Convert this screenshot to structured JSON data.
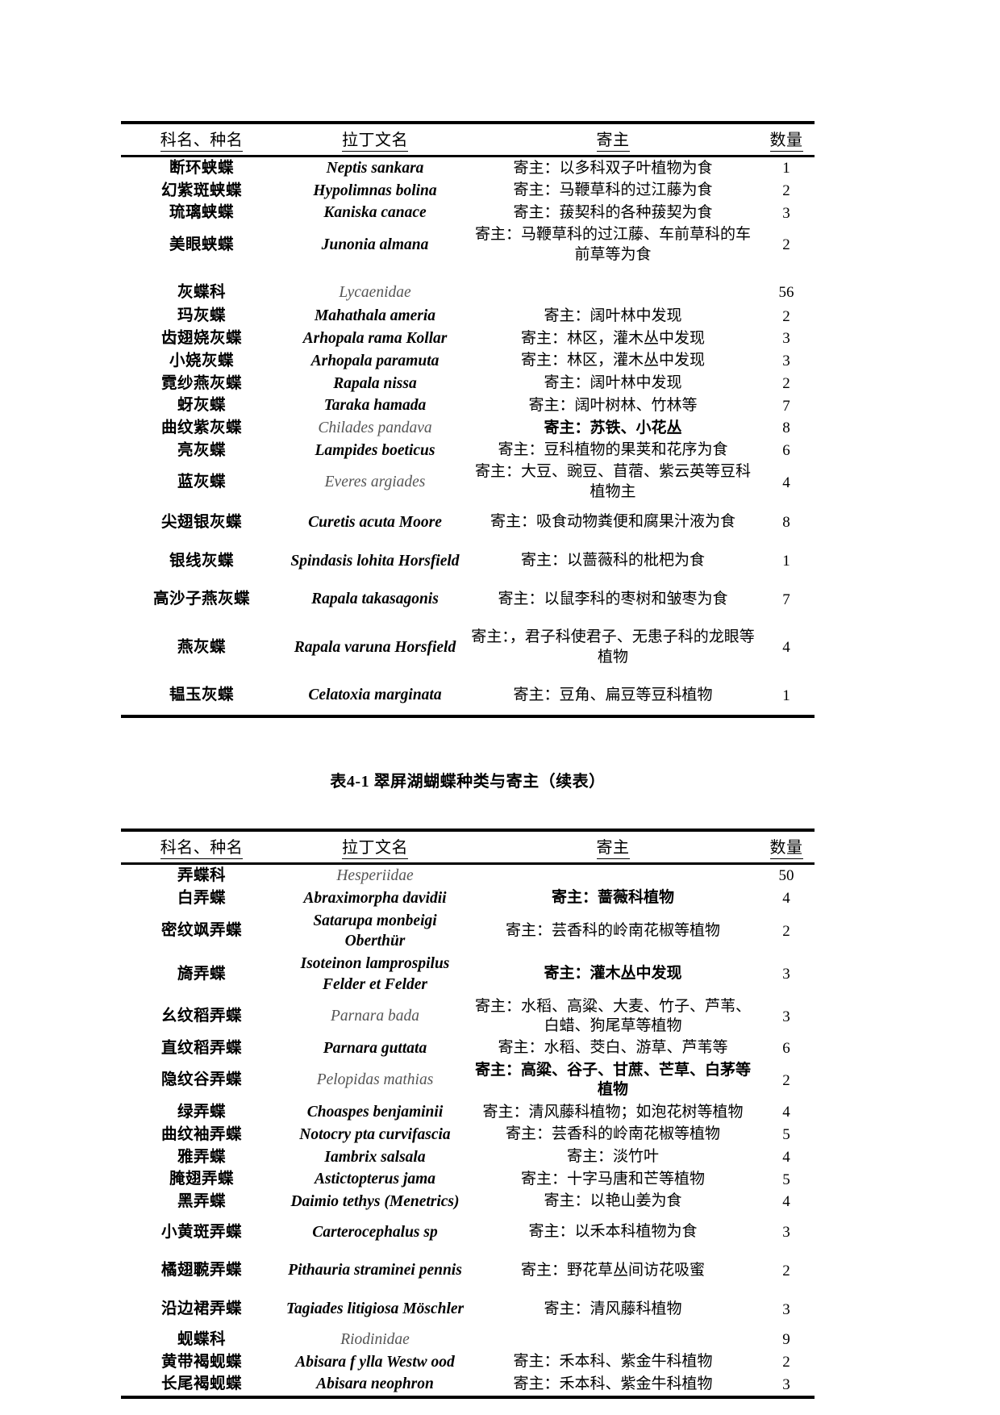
{
  "document": {
    "caption": "表4-1  翠屏湖蝴蝶种类与寄主（续表）"
  },
  "columns": {
    "name": "科名、种名",
    "latin": "拉丁文名",
    "host": "寄主",
    "qty": "数量"
  },
  "table1": {
    "rows": [
      {
        "name": "断环蛱蝶",
        "latin": "Neptis sankara",
        "latin_style": "bold",
        "host": "寄主：以多科双子叶植物为食",
        "host_style": "normal",
        "qty": "1",
        "spacing": "normal"
      },
      {
        "name": "幻紫斑蛱蝶",
        "latin": "Hypolimnas bolina",
        "latin_style": "bold",
        "host": "寄主：马鞭草科的过江藤为食",
        "host_style": "normal",
        "qty": "2",
        "spacing": "normal"
      },
      {
        "name": "琉璃蛱蝶",
        "latin": "Kaniska canace",
        "latin_style": "bold",
        "host": "寄主：菝契科的各种菝契为食",
        "host_style": "normal",
        "qty": "3",
        "spacing": "normal"
      },
      {
        "name": "美眼蛱蝶",
        "latin": "Junonia almana",
        "latin_style": "bold",
        "host": "寄主：马鞭草科的过江藤、车前草科的车前草等为食",
        "host_style": "normal",
        "qty": "2",
        "spacing": "normal"
      },
      {
        "name": "灰蝶科",
        "latin": "Lycaenidae",
        "latin_style": "light",
        "host": "",
        "host_style": "normal",
        "qty": "56",
        "spacing": "gap"
      },
      {
        "name": "玛灰蝶",
        "latin": "Mahathala ameria",
        "latin_style": "bold",
        "host": "寄主：阔叶林中发现",
        "host_style": "normal",
        "qty": "2",
        "spacing": "normal"
      },
      {
        "name": "齿翅娆灰蝶",
        "latin": "Arhopala rama Kollar",
        "latin_style": "bold",
        "host": "寄主：林区，灌木丛中发现",
        "host_style": "normal",
        "qty": "3",
        "spacing": "normal"
      },
      {
        "name": "小娆灰蝶",
        "latin": "Arhopala paramuta",
        "latin_style": "bold",
        "host": "寄主：林区，灌木丛中发现",
        "host_style": "normal",
        "qty": "3",
        "spacing": "normal"
      },
      {
        "name": "霓纱燕灰蝶",
        "latin": "Rapala nissa",
        "latin_style": "bold",
        "host": "寄主：阔叶林中发现",
        "host_style": "normal",
        "qty": "2",
        "spacing": "normal"
      },
      {
        "name": "蚜灰蝶",
        "latin": "Taraka hamada",
        "latin_style": "bold",
        "host": "寄主：阔叶树林、竹林等",
        "host_style": "normal",
        "qty": "7",
        "spacing": "normal"
      },
      {
        "name": "曲纹紫灰蝶",
        "latin": "Chilades pandava",
        "latin_style": "light",
        "host": "寄主：苏铁、小花丛",
        "host_style": "bold",
        "qty": "8",
        "spacing": "normal"
      },
      {
        "name": "亮灰蝶",
        "latin": "Lampides boeticus",
        "latin_style": "bold",
        "host": "寄主：豆科植物的果荚和花序为食",
        "host_style": "normal",
        "qty": "6",
        "spacing": "normal"
      },
      {
        "name": "蓝灰蝶",
        "latin": "Everes argiades",
        "latin_style": "light",
        "host": "寄主：大豆、豌豆、苜蓿、紫云英等豆科植物主",
        "host_style": "normal",
        "qty": "4",
        "spacing": "normal"
      },
      {
        "name": "尖翅银灰蝶",
        "latin": "Curetis acuta Moore",
        "latin_style": "bold",
        "host": "寄主：吸食动物粪便和腐果汁液为食",
        "host_style": "normal",
        "qty": "8",
        "spacing": "tall"
      },
      {
        "name": "银线灰蝶",
        "latin": "Spindasis lohita Horsfield",
        "latin_style": "bold",
        "host": "寄主：以蔷薇科的枇杷为食",
        "host_style": "normal",
        "qty": "1",
        "spacing": "tall"
      },
      {
        "name": "高沙子燕灰蝶",
        "latin": "Rapala takasagonis",
        "latin_style": "bold",
        "host": "寄主：以鼠李科的枣树和皱枣为食",
        "host_style": "normal",
        "qty": "7",
        "spacing": "tall"
      },
      {
        "name": "燕灰蝶",
        "latin": "Rapala varuna Horsfield",
        "latin_style": "bold",
        "host": "寄主：，君子科使君子、无患子科的龙眼等植物",
        "host_style": "normal",
        "qty": "4",
        "spacing": "tall"
      },
      {
        "name": "韫玉灰蝶",
        "latin": "Celatoxia marginata",
        "latin_style": "bold",
        "host": "寄主：豆角、扁豆等豆科植物",
        "host_style": "normal",
        "qty": "1",
        "spacing": "tall"
      }
    ]
  },
  "table2": {
    "rows": [
      {
        "name": "弄蝶科",
        "latin": "Hesperiidae",
        "latin_style": "light",
        "host": "",
        "host_style": "normal",
        "qty": "50",
        "spacing": "normal"
      },
      {
        "name": "白弄蝶",
        "latin": "Abraximorpha davidii",
        "latin_style": "bold",
        "host": "寄主：蔷薇科植物",
        "host_style": "bold",
        "qty": "4",
        "spacing": "normal"
      },
      {
        "name": "密纹飒弄蝶",
        "latin": "Satarupa monbeigi Oberthür",
        "latin_style": "bold",
        "host": "寄主：芸香科的岭南花椒等植物",
        "host_style": "normal",
        "qty": "2",
        "spacing": "normal"
      },
      {
        "name": "旖弄蝶",
        "latin": "Isoteinon lamprospilus Felder et Felder",
        "latin_style": "bold",
        "host": "寄主：灌木丛中发现",
        "host_style": "bold",
        "qty": "3",
        "spacing": "normal"
      },
      {
        "name": "幺纹稻弄蝶",
        "latin": "Parnara bada",
        "latin_style": "light",
        "host": "寄主：水稻、高粱、大麦、竹子、芦苇、白蜡、狗尾草等植物",
        "host_style": "normal",
        "qty": "3",
        "spacing": "normal"
      },
      {
        "name": "直纹稻弄蝶",
        "latin": "Parnara guttata",
        "latin_style": "bold",
        "host": "寄主：水稻、茭白、游草、芦苇等",
        "host_style": "normal",
        "qty": "6",
        "spacing": "normal"
      },
      {
        "name": "隐纹谷弄蝶",
        "latin": "Pelopidas mathias",
        "latin_style": "light",
        "host": "寄主：高粱、谷子、甘蔗、芒草、白茅等植物",
        "host_style": "bold",
        "qty": "2",
        "spacing": "normal"
      },
      {
        "name": "绿弄蝶",
        "latin": "Choaspes benjaminii",
        "latin_style": "bold",
        "host": "寄主：清风藤科植物；如泡花树等植物",
        "host_style": "normal",
        "qty": "4",
        "spacing": "normal"
      },
      {
        "name": "曲纹袖弄蝶",
        "latin": "Notocry pta curvifascia",
        "latin_style": "bold",
        "host": "寄主：芸香科的岭南花椒等植物",
        "host_style": "normal",
        "qty": "5",
        "spacing": "normal"
      },
      {
        "name": "雅弄蝶",
        "latin": "Iambrix salsala",
        "latin_style": "bold",
        "host": "寄主：淡竹叶",
        "host_style": "normal",
        "qty": "4",
        "spacing": "normal"
      },
      {
        "name": "腌翅弄蝶",
        "latin": "Astictopterus jama",
        "latin_style": "bold",
        "host": "寄主：十字马唐和芒等植物",
        "host_style": "normal",
        "qty": "5",
        "spacing": "normal"
      },
      {
        "name": "黑弄蝶",
        "latin": "Daimio tethys (Menetrics)",
        "latin_style": "bold",
        "host": "寄主：以艳山姜为食",
        "host_style": "normal",
        "qty": "4",
        "spacing": "normal"
      },
      {
        "name": "小黄斑弄蝶",
        "latin": "Carterocephalus sp",
        "latin_style": "bold",
        "host": "寄主：以禾本科植物为食",
        "host_style": "normal",
        "qty": "3",
        "spacing": "tall"
      },
      {
        "name": "橘翅鿣弄蝶",
        "latin": "Pithauria straminei pennis",
        "latin_style": "bold",
        "host": "寄主：野花草丛间访花吸蜜",
        "host_style": "normal",
        "qty": "2",
        "spacing": "tall"
      },
      {
        "name": "沿边裙弄蝶",
        "latin": "Tagiades litigiosa Möschler",
        "latin_style": "bold",
        "host": "寄主：清风藤科植物",
        "host_style": "normal",
        "qty": "3",
        "spacing": "tall"
      },
      {
        "name": "蚬蝶科",
        "latin": "Riodinidae",
        "latin_style": "light",
        "host": "",
        "host_style": "normal",
        "qty": "9",
        "spacing": "normal"
      },
      {
        "name": "黄带褐蚬蝶",
        "latin": "Abisara f ylla Westw ood",
        "latin_style": "bold",
        "host": "寄主：禾本科、紫金牛科植物",
        "host_style": "normal",
        "qty": "2",
        "spacing": "normal"
      },
      {
        "name": "长尾褐蚬蝶",
        "latin": "Abisara neophron",
        "latin_style": "bold",
        "host": "寄主：禾本科、紫金牛科植物",
        "host_style": "normal",
        "qty": "3",
        "spacing": "normal"
      }
    ]
  }
}
